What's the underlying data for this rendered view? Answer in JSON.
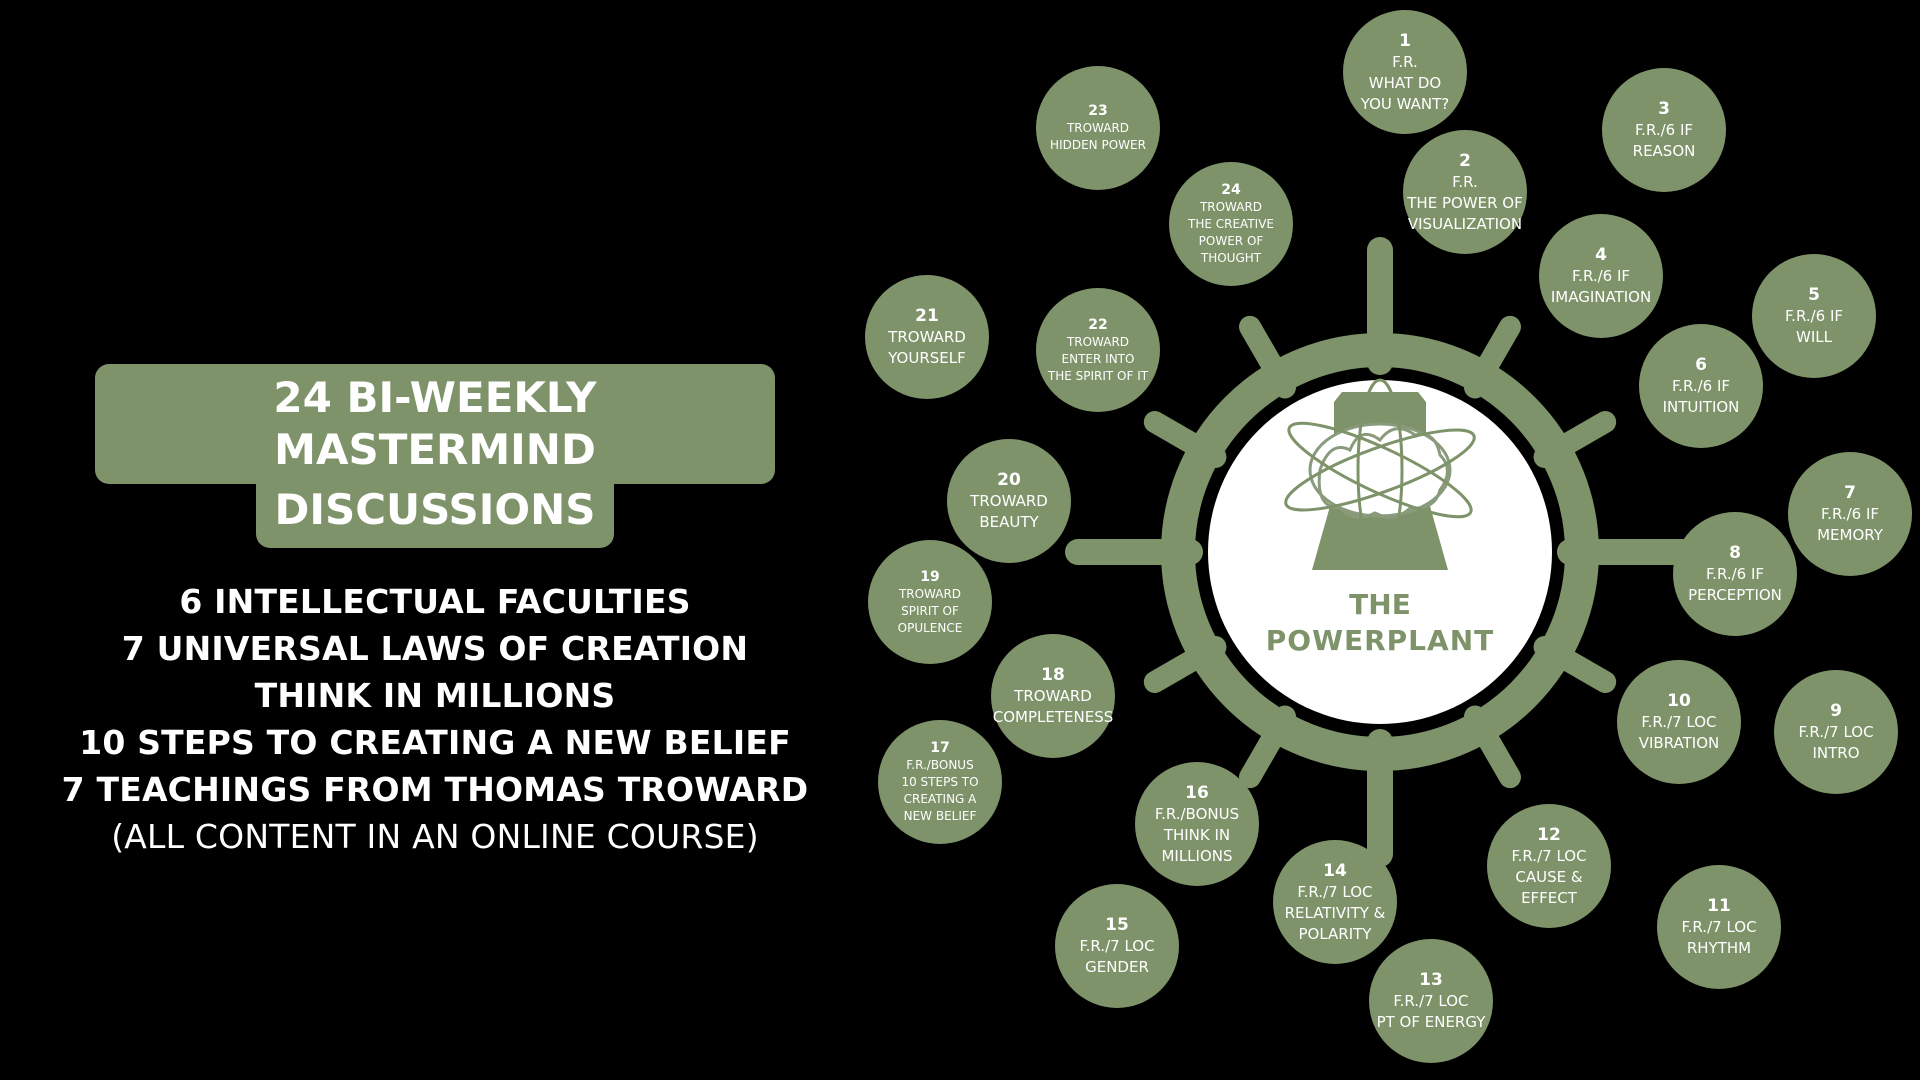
{
  "title": {
    "line1": "24 BI-WEEKLY MASTERMIND",
    "line2": "DISCUSSIONS"
  },
  "list": [
    "6 INTELLECTUAL FACULTIES",
    "7 UNIVERSAL LAWS OF CREATION",
    "THINK IN MILLIONS",
    "10 STEPS TO CREATING A NEW BELIEF",
    "7 TEACHINGS FROM THOMAS TROWARD"
  ],
  "note": "(ALL CONTENT IN AN ONLINE COURSE)",
  "center": {
    "line1": "THE",
    "line2": "POWERPLANT"
  },
  "colors": {
    "accent": "#7e9369",
    "background": "#000000",
    "center_fill": "#ffffff"
  },
  "icons": {
    "center": "brain-atom-icon"
  },
  "sessions": [
    {
      "num": "1",
      "text": "F.R.\nWHAT DO\nYOU WANT?"
    },
    {
      "num": "2",
      "text": "F.R.\nTHE POWER OF\nVISUALIZATION"
    },
    {
      "num": "3",
      "text": "F.R./6 IF\nREASON"
    },
    {
      "num": "4",
      "text": "F.R./6 IF\nIMAGINATION"
    },
    {
      "num": "5",
      "text": "F.R./6 IF\nWILL"
    },
    {
      "num": "6",
      "text": "F.R./6 IF\nINTUITION"
    },
    {
      "num": "7",
      "text": "F.R./6 IF\nMEMORY"
    },
    {
      "num": "8",
      "text": "F.R./6 IF\nPERCEPTION"
    },
    {
      "num": "9",
      "text": "F.R./7 LOC\nINTRO"
    },
    {
      "num": "10",
      "text": "F.R./7 LOC\nVIBRATION"
    },
    {
      "num": "11",
      "text": "F.R./7 LOC\nRHYTHM"
    },
    {
      "num": "12",
      "text": "F.R./7 LOC\nCAUSE &\nEFFECT"
    },
    {
      "num": "13",
      "text": "F.R./7 LOC\nPT OF ENERGY"
    },
    {
      "num": "14",
      "text": "F.R./7 LOC\nRELATIVITY &\nPOLARITY"
    },
    {
      "num": "15",
      "text": "F.R./7 LOC\nGENDER"
    },
    {
      "num": "16",
      "text": "F.R./BONUS\nTHINK IN\nMILLIONS"
    },
    {
      "num": "17",
      "text": "F.R./BONUS\n10 STEPS TO\nCREATING A\nNEW BELIEF"
    },
    {
      "num": "18",
      "text": "TROWARD\nCOMPLETENESS"
    },
    {
      "num": "19",
      "text": "TROWARD\nSPIRIT OF\nOPULENCE"
    },
    {
      "num": "20",
      "text": "TROWARD\nBEAUTY"
    },
    {
      "num": "21",
      "text": "TROWARD\nYOURSELF"
    },
    {
      "num": "22",
      "text": "TROWARD\nENTER INTO\nTHE SPIRIT OF IT"
    },
    {
      "num": "23",
      "text": "TROWARD\nHIDDEN POWER"
    },
    {
      "num": "24",
      "text": "TROWARD\nTHE CREATIVE\nPOWER OF\nTHOUGHT"
    }
  ]
}
